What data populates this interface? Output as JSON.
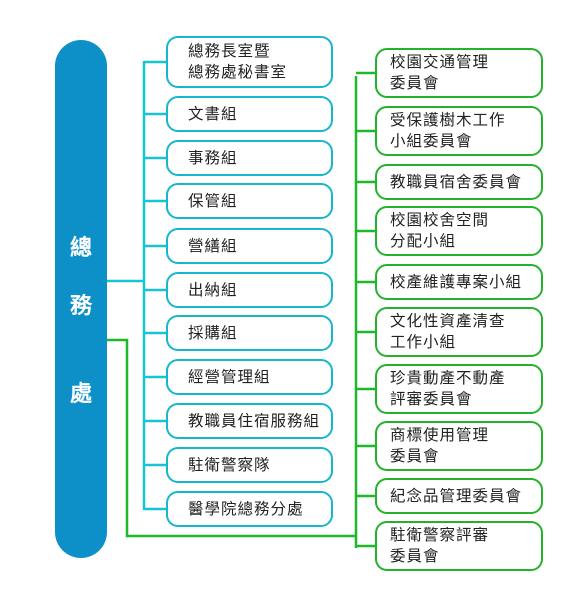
{
  "root": {
    "chars": [
      "總",
      "務",
      "處"
    ]
  },
  "units": [
    {
      "lines": [
        "總務長室暨",
        "總務處秘書室"
      ]
    },
    {
      "lines": [
        "文書組"
      ]
    },
    {
      "lines": [
        "事務組"
      ]
    },
    {
      "lines": [
        "保管組"
      ]
    },
    {
      "lines": [
        "營繕組"
      ]
    },
    {
      "lines": [
        "出納組"
      ]
    },
    {
      "lines": [
        "採購組"
      ]
    },
    {
      "lines": [
        "經營管理組"
      ]
    },
    {
      "lines": [
        "教職員住宿服務組"
      ]
    },
    {
      "lines": [
        "駐衛警察隊"
      ]
    },
    {
      "lines": [
        "醫學院總務分處"
      ]
    }
  ],
  "committees": [
    {
      "lines": [
        "校園交通管理",
        "委員會"
      ]
    },
    {
      "lines": [
        "受保護樹木工作",
        "小組委員會"
      ]
    },
    {
      "lines": [
        "教職員宿舍委員會"
      ]
    },
    {
      "lines": [
        "校園校舍空間",
        "分配小組"
      ]
    },
    {
      "lines": [
        "校產維護專案小組"
      ]
    },
    {
      "lines": [
        "文化性資產清查",
        "工作小組"
      ]
    },
    {
      "lines": [
        "珍貴動產不動產",
        "評審委員會"
      ]
    },
    {
      "lines": [
        "商標使用管理",
        "委員會"
      ]
    },
    {
      "lines": [
        "紀念品管理委員會"
      ]
    },
    {
      "lines": [
        "駐衛警察評審",
        "委員會"
      ]
    }
  ]
}
